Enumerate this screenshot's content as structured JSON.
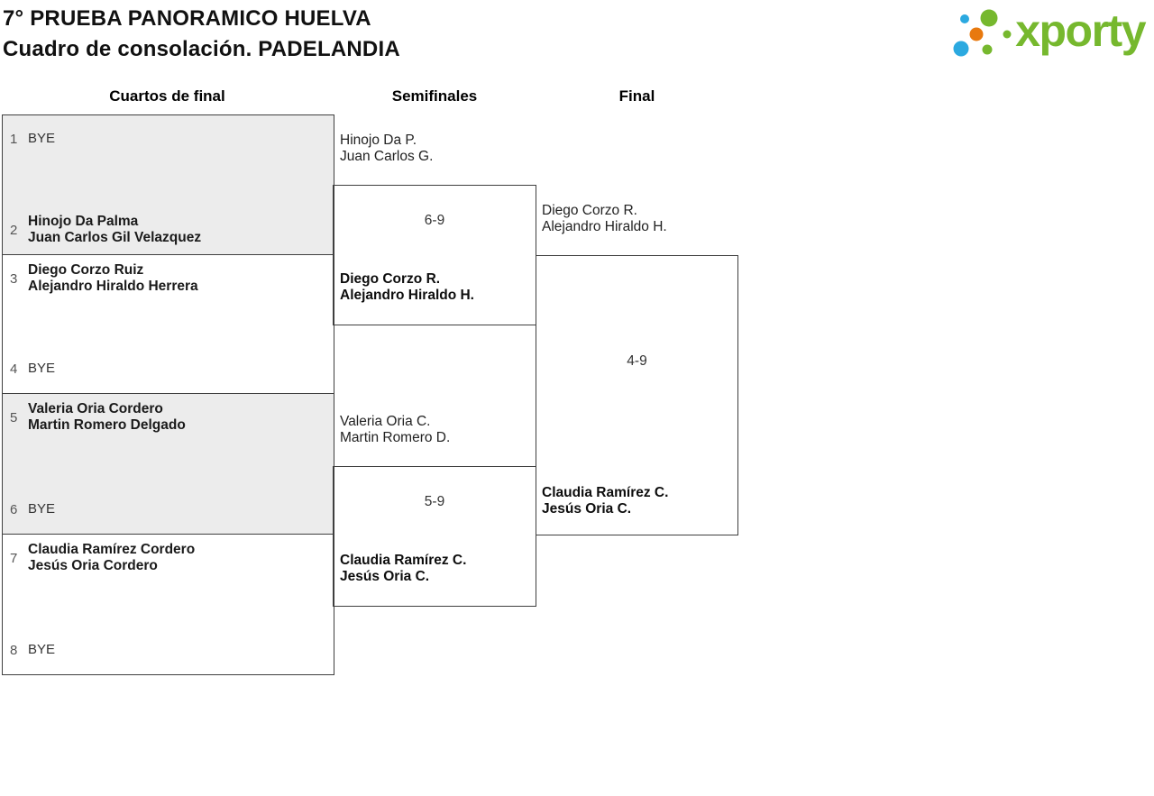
{
  "header": {
    "title_line1": "7° PRUEBA PANORAMICO HUELVA",
    "title_line2": "Cuadro de consolación. PADELANDIA",
    "logo": {
      "text": "xporty",
      "green": "#76b82e",
      "blue": "#2ba9e0",
      "orange": "#e8790e"
    }
  },
  "round_headers": [
    {
      "label": "Cuartos de final"
    },
    {
      "label": "Semifinales"
    },
    {
      "label": "Final"
    }
  ],
  "bracket": {
    "quarterfinals": [
      {
        "top_seed": "1",
        "top_lines": [
          "BYE"
        ],
        "bottom_seed": "2",
        "bottom_lines": [
          "Hinojo Da Palma",
          "Juan Carlos Gil Velazquez"
        ]
      },
      {
        "top_seed": "3",
        "top_lines": [
          "Diego Corzo Ruiz",
          "Alejandro Hiraldo Herrera"
        ],
        "bottom_seed": "4",
        "bottom_lines": [
          "BYE"
        ]
      },
      {
        "top_seed": "5",
        "top_lines": [
          "Valeria Oria Cordero",
          "Martin Romero Delgado"
        ],
        "bottom_seed": "6",
        "bottom_lines": [
          "BYE"
        ]
      },
      {
        "top_seed": "7",
        "top_lines": [
          "Claudia Ramírez Cordero",
          "Jesús Oria Cordero"
        ],
        "bottom_seed": "8",
        "bottom_lines": [
          "BYE"
        ]
      }
    ],
    "semifinals": [
      {
        "team": [
          "Hinojo Da P.",
          "Juan Carlos G."
        ],
        "score": "6-9",
        "winner": [
          "Diego Corzo R.",
          "Alejandro Hiraldo H."
        ]
      },
      {
        "team": [
          "Valeria Oria C.",
          "Martin Romero D."
        ],
        "score": "5-9",
        "winner": [
          "Claudia Ramírez C.",
          "Jesús Oria C."
        ]
      }
    ],
    "final": {
      "team": [
        "Diego Corzo R.",
        "Alejandro Hiraldo H."
      ],
      "score": "4-9",
      "winner": [
        "Claudia Ramírez C.",
        "Jesús Oria C."
      ]
    }
  }
}
